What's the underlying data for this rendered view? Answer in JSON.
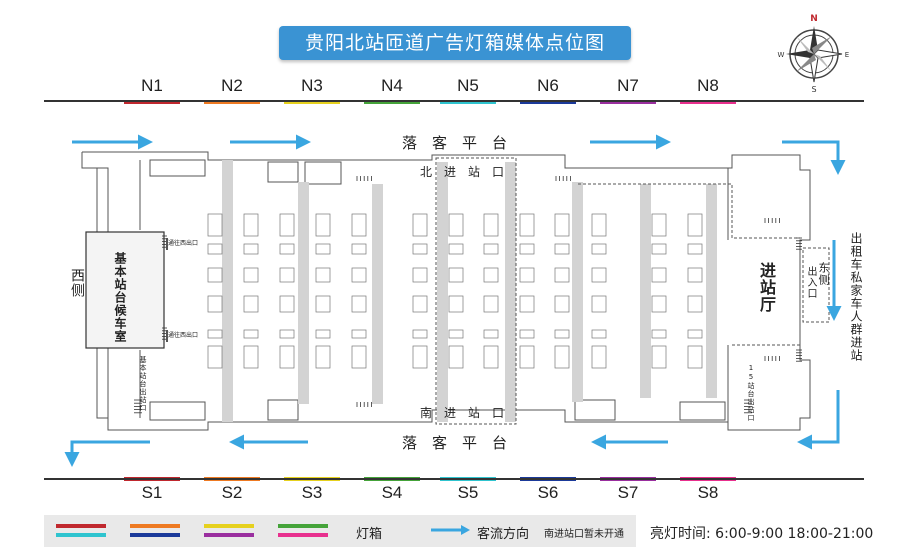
{
  "title": "贵阳北站匝道广告灯箱媒体点位图",
  "compass": {
    "n": "N",
    "s": "S",
    "e": "E",
    "w": "W"
  },
  "north_segments": [
    {
      "label": "N1",
      "color": "#c0282e"
    },
    {
      "label": "N2",
      "color": "#ee7a22"
    },
    {
      "label": "N3",
      "color": "#e6d11e"
    },
    {
      "label": "N4",
      "color": "#45a33a"
    },
    {
      "label": "N5",
      "color": "#2fc4cf"
    },
    {
      "label": "N6",
      "color": "#1b3a9a"
    },
    {
      "label": "N7",
      "color": "#9a2f9f"
    },
    {
      "label": "N8",
      "color": "#e8308e"
    }
  ],
  "south_segments": [
    {
      "label": "S1",
      "color": "#c0282e"
    },
    {
      "label": "S2",
      "color": "#ee7a22"
    },
    {
      "label": "S3",
      "color": "#e6d11e"
    },
    {
      "label": "S4",
      "color": "#45a33a"
    },
    {
      "label": "S5",
      "color": "#2fc4cf"
    },
    {
      "label": "S6",
      "color": "#1b3a9a"
    },
    {
      "label": "S7",
      "color": "#9a2f9f"
    },
    {
      "label": "S8",
      "color": "#e8308e"
    }
  ],
  "plan": {
    "north_platform": "落　客　平　台",
    "south_platform": "落　客　平　台",
    "north_entrance": "北　进　站　口",
    "south_entrance": "南　进　站　口",
    "west_side": "西侧",
    "waiting_room": "基本站台候车室",
    "west_exit_upper": "通往西出口",
    "west_exit_lower": "通往西出口",
    "basic_exit": "基本站台出站口",
    "entry_hall": "进站厅",
    "entrance_exit": "出入口",
    "east_side": "东侧",
    "platform15_exit": "15站台出站口",
    "right_caption": "出租车私家车人群进站"
  },
  "legend": {
    "colors_row1": [
      "#c0282e",
      "#ee7a22",
      "#e6d11e",
      "#45a33a"
    ],
    "colors_row2": [
      "#2fc4cf",
      "#1b3a9a",
      "#9a2f9f",
      "#e8308e"
    ],
    "lightbox_label": "灯箱",
    "flow_label": "客流方向",
    "flow_color": "#3aa6e0",
    "south_note": "南进站口暂未开通",
    "hours": "亮灯时间: 6:00-9:00   18:00-21:00"
  }
}
